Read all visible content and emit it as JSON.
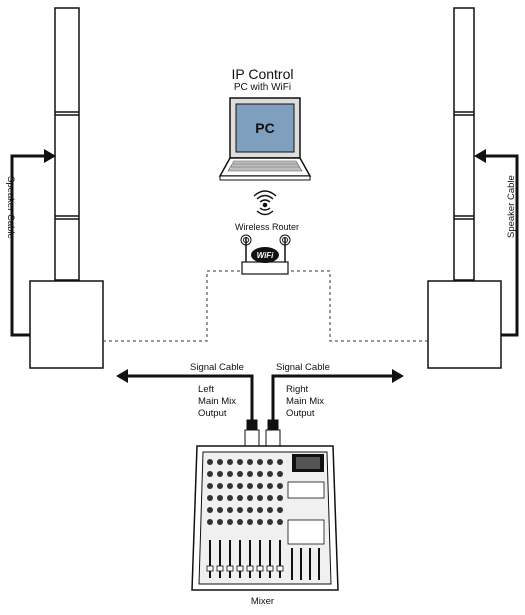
{
  "pc": {
    "title": "IP Control",
    "subtitle": "PC with WiFi",
    "screen_text": "PC"
  },
  "router": {
    "label": "Wireless Router",
    "badge": "WiFi"
  },
  "speakers": {
    "left_cable_label": "Speaker Cable",
    "right_cable_label": "Speaker Cable"
  },
  "signal": {
    "left_label": "Signal Cable",
    "right_label": "Signal Cable",
    "left_output": "Left\nMain Mix\nOutput",
    "right_output": "Right\nMain Mix\nOutput"
  },
  "mixer": {
    "label": "Mixer"
  },
  "colors": {
    "line": "#111111",
    "screen": "#7f9fbf",
    "keyboard": "#bfbfbf",
    "fill": "#ffffff"
  }
}
